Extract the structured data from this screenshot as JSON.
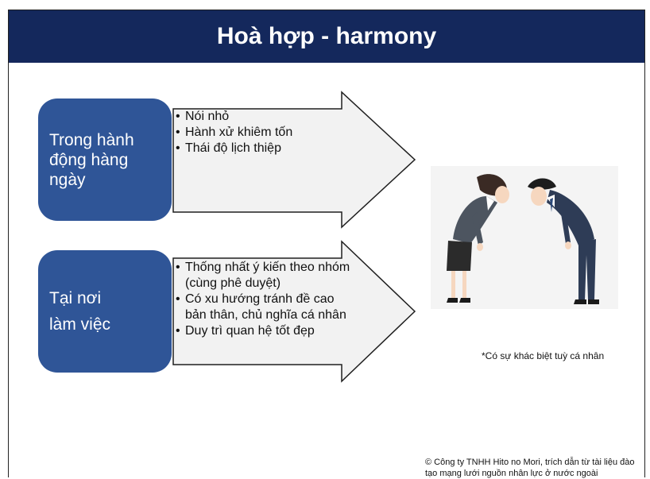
{
  "title": "Hoà hợp - harmony",
  "sections": [
    {
      "label_lines": [
        "Trong hành",
        "động hàng",
        "ngày"
      ],
      "bullets": [
        "Nói nhỏ",
        "Hành xử khiêm tốn",
        "Thái độ lịch thiệp"
      ]
    },
    {
      "label_lines": [
        "Tại nơi",
        "làm việc"
      ],
      "bullets": [
        "Thống nhất ý kiến theo nhóm (cùng phê duyệt)",
        "Có xu hướng tránh đề cao bản thân, chủ nghĩa cá nhân",
        "Duy trì quan hệ tốt đẹp"
      ]
    }
  ],
  "illustration": {
    "icon": "bowing-people-icon"
  },
  "note": "*Có sự khác biệt tuỳ cá nhân",
  "copyright": "© Công ty TNHH Hito no Mori, trích dẫn từ tài liệu đào tạo mạng lưới nguồn nhân lực ở nước ngoài",
  "colors": {
    "title_bar": "#14285c",
    "label_box": "#2f5597",
    "arrow_fill": "#f2f2f2",
    "arrow_stroke": "#1f1f1f"
  }
}
